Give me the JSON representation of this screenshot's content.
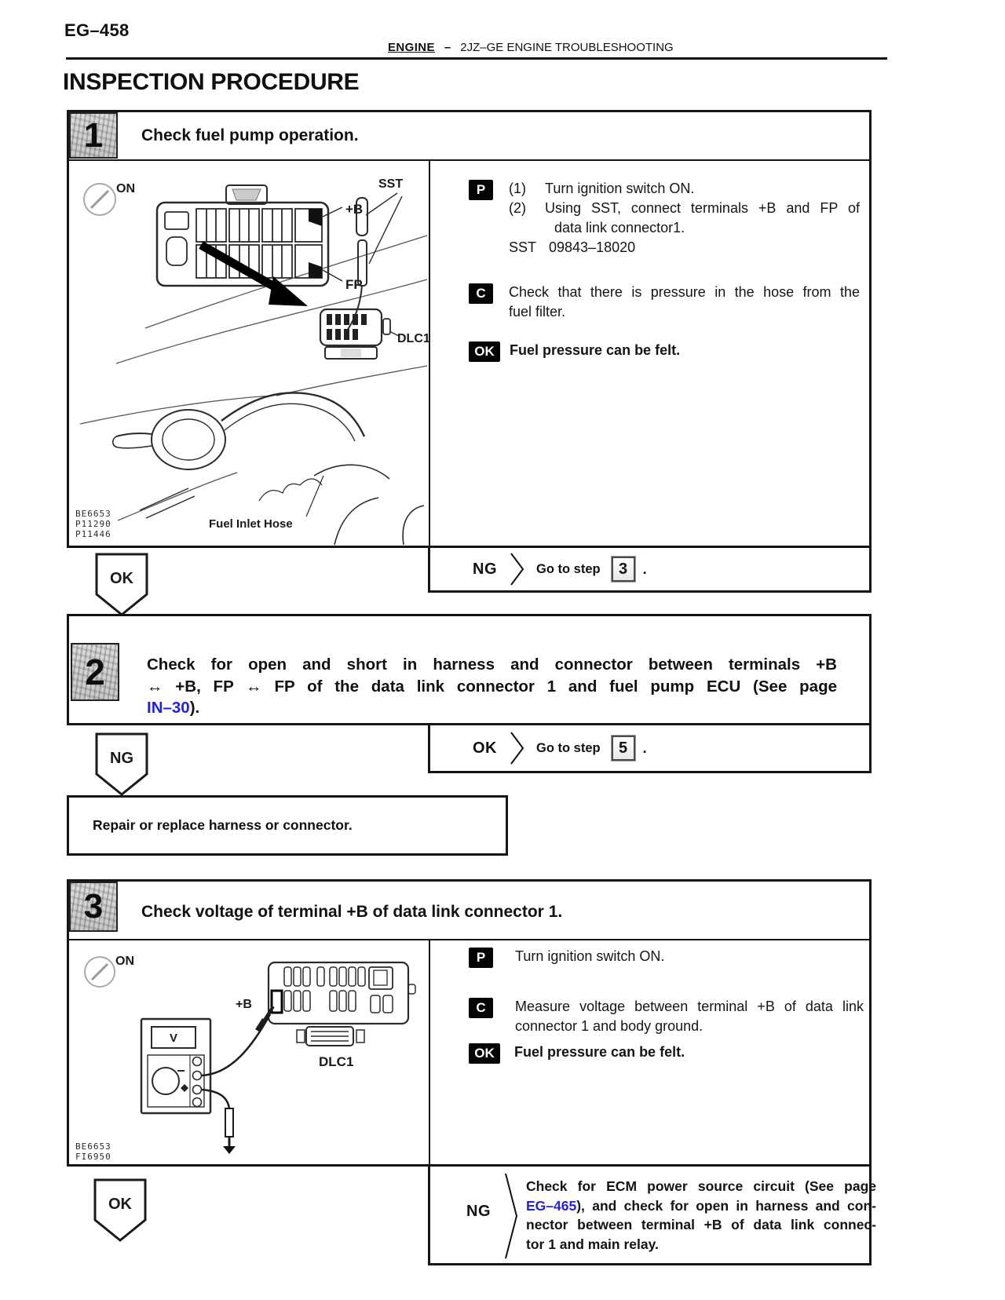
{
  "page": {
    "code": "EG–458",
    "section": "ENGINE",
    "divider": "–",
    "title_right": "2JZ–GE ENGINE TROUBLESHOOTING",
    "heading": "INSPECTION PROCEDURE"
  },
  "labels": {
    "go_to_step": "Go to step",
    "ng": "NG",
    "ok": "OK",
    "period": "."
  },
  "badges": {
    "procedure": "P",
    "check": "C",
    "ok": "OK"
  },
  "step1": {
    "number": "1",
    "title": "Check fuel pump operation.",
    "procedure": {
      "item1_num": "(1)",
      "item1": "Turn ignition switch ON.",
      "item2_num": "(2)",
      "item2": "Using SST, connect terminals +B and FP of",
      "item2_cont": "data link connector1.",
      "sst_label": "SST",
      "sst_value": "09843–18020"
    },
    "check_line1": "Check that there is pressure in the hose from the",
    "check_line2": "fuel filter.",
    "ok_text": "Fuel pressure can be felt.",
    "ng_step": "3",
    "diagram": {
      "ignition": "ON",
      "sst": "SST",
      "pin_b": "+B",
      "pin_fp": "FP",
      "dlc": "DLC1",
      "hose": "Fuel Inlet Hose",
      "codes": [
        "BE6653",
        "P11290",
        "P11446"
      ]
    }
  },
  "step2": {
    "number": "2",
    "title_line1": "Check for open and short in harness and connector between terminals +B",
    "title_line2": "↔ +B, FP ↔ FP of the data link connector 1 and fuel pump ECU (See page",
    "title_link": "IN–30",
    "title_after": ").",
    "ok_step": "5",
    "result": "Repair or replace harness or connector."
  },
  "step3": {
    "number": "3",
    "title": "Check voltage of terminal +B of data link connector 1.",
    "procedure": "Turn ignition switch ON.",
    "check_line1": "Measure voltage between terminal +B of data link",
    "check_line2": "connector 1 and body ground.",
    "ok_text": "Fuel pressure can be felt.",
    "ng_line1": "Check for ECM power source circuit (See page",
    "ng_link": "EG–465",
    "ng_line2_rest": "), and check for open in harness and con-",
    "ng_line3": "nector between terminal +B of data link connec-",
    "ng_line4": "tor 1 and main relay.",
    "diagram": {
      "ignition": "ON",
      "pin_b": "+B",
      "dlc": "DLC1",
      "meter": "V",
      "codes": [
        "BE6653",
        "FI6950"
      ]
    }
  },
  "colors": {
    "link": "#2222dd",
    "ink": "#111111"
  }
}
